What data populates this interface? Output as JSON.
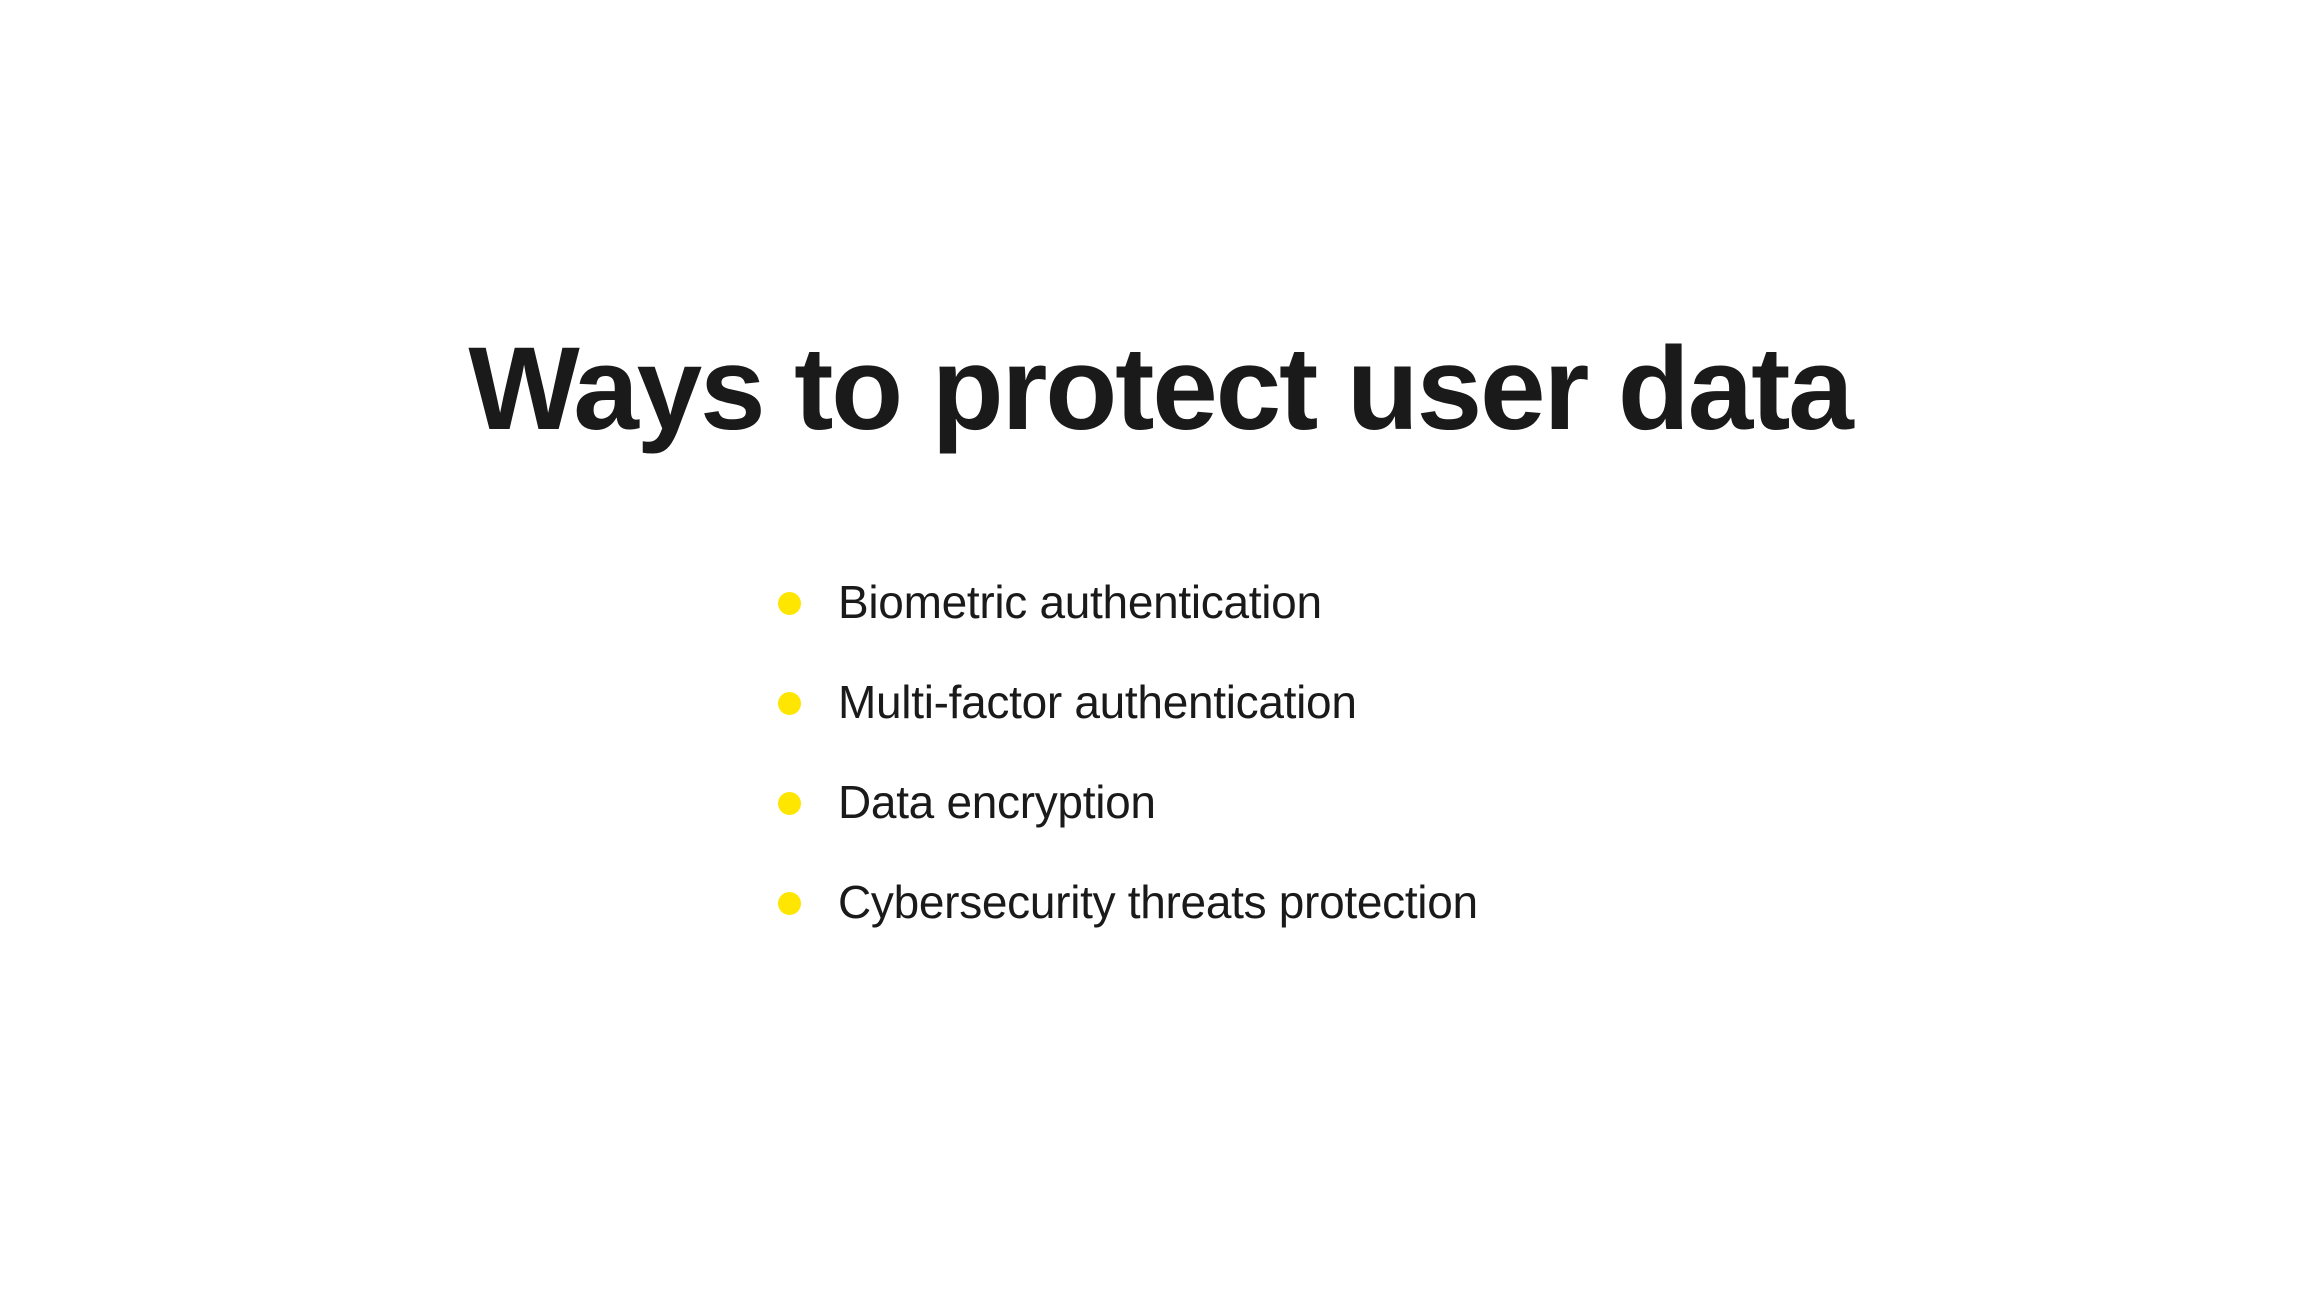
{
  "slide": {
    "background_color": "#FFFFFF",
    "title": "Ways to protect user data",
    "title_color": "#1A1A1A",
    "bullet_color": "#FFE600",
    "body_text_color": "#1A1A1A",
    "bullets": [
      {
        "label": "Biometric authentication",
        "marker": "dot-bullet-icon"
      },
      {
        "label": "Multi-factor authentication",
        "marker": "dot-bullet-icon"
      },
      {
        "label": "Data encryption",
        "marker": "dot-bullet-icon"
      },
      {
        "label": "Cybersecurity threats protection",
        "marker": "dot-bullet-icon"
      }
    ]
  }
}
